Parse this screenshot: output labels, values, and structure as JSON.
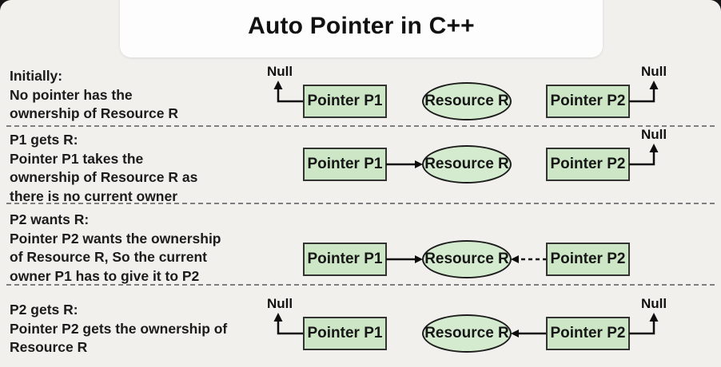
{
  "title": "Auto Pointer in C++",
  "labels": {
    "pointer_p1": "Pointer P1",
    "pointer_p2": "Pointer P2",
    "resource": "Resource R",
    "null": "Null"
  },
  "colors": {
    "panel_background": "#f1f0ed",
    "title_card": "#fdfdfd",
    "box_fill": "#cde6c6",
    "ellipse_fill": "#d5ebcf",
    "box_border": "#333333",
    "arrow": "#0d0d0d",
    "separator": "#7e7e7e",
    "text": "#1b1b1b"
  },
  "rows": [
    {
      "heading": "Initially:",
      "lines": [
        "No pointer has the",
        "ownership of Resource R"
      ]
    },
    {
      "heading": "P1 gets R:",
      "lines": [
        "Pointer P1 takes the",
        "ownership of Resource R as",
        "there is no current owner"
      ]
    },
    {
      "heading": "P2 wants R:",
      "lines": [
        "Pointer P2 wants the ownership",
        "of Resource R, So the current",
        "owner P1 has to give it to P2"
      ]
    },
    {
      "heading": "P2 gets R:",
      "lines": [
        "Pointer P2 gets the ownership of",
        "Resource R"
      ]
    }
  ]
}
